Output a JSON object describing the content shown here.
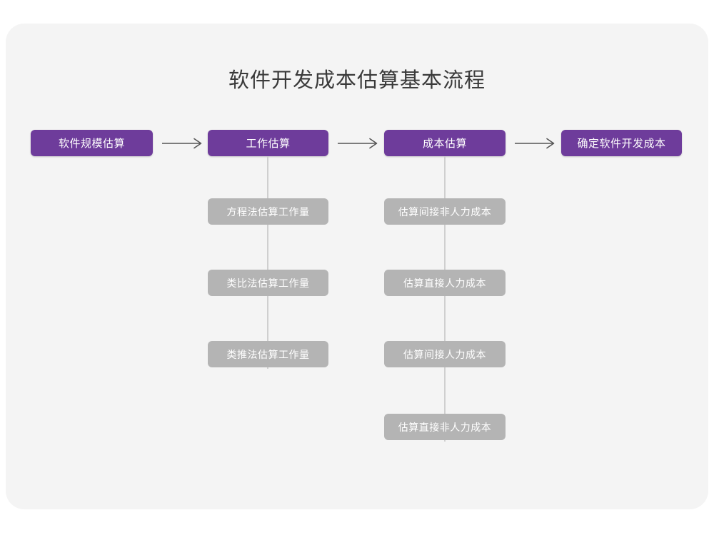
{
  "diagram": {
    "title": "软件开发成本估算基本流程",
    "colors": {
      "primary": "#6e3c9b",
      "secondary": "#b4b4b4",
      "card_bg": "#f4f4f4",
      "page_bg": "#ffffff",
      "connector": "#cfcfcf",
      "arrow": "#555555",
      "title_text": "#3a3a3a",
      "node_text": "#ffffff"
    },
    "main_steps": [
      {
        "label": "软件规模估算"
      },
      {
        "label": "工作估算"
      },
      {
        "label": "成本估算"
      },
      {
        "label": "确定软件开发成本"
      }
    ],
    "arrows": [
      {
        "glyph": "arrow-right-icon"
      },
      {
        "glyph": "arrow-right-icon"
      },
      {
        "glyph": "arrow-right-icon"
      }
    ],
    "sub_columns": [
      {
        "parent": "工作估算",
        "items": [
          {
            "label": "方程法估算工作量"
          },
          {
            "label": "类比法估算工作量"
          },
          {
            "label": "类推法估算工作量"
          }
        ]
      },
      {
        "parent": "成本估算",
        "items": [
          {
            "label": "估算间接非人力成本"
          },
          {
            "label": "估算直接人力成本"
          },
          {
            "label": "估算间接人力成本"
          },
          {
            "label": "估算直接非人力成本"
          }
        ]
      }
    ]
  }
}
